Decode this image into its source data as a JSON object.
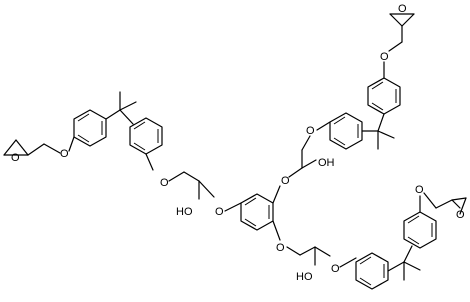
{
  "diagram": {
    "type": "chemical-structure",
    "labels": {
      "o_epox_left": "O",
      "o_ether_left": "O",
      "o_ether_tl_ring": "O",
      "oh_left": "HO",
      "o_core_left": "O",
      "o_core_topright": "O",
      "oh_top": "OH",
      "o_ether_top": "O",
      "o_topright_ring": "O",
      "o_epox_topright": "O",
      "o_core_bottom": "O",
      "oh_bottom": "HO",
      "o_ether_bottom": "O",
      "o_bottomright_ring": "O",
      "o_epox_bottomright": "O"
    }
  }
}
